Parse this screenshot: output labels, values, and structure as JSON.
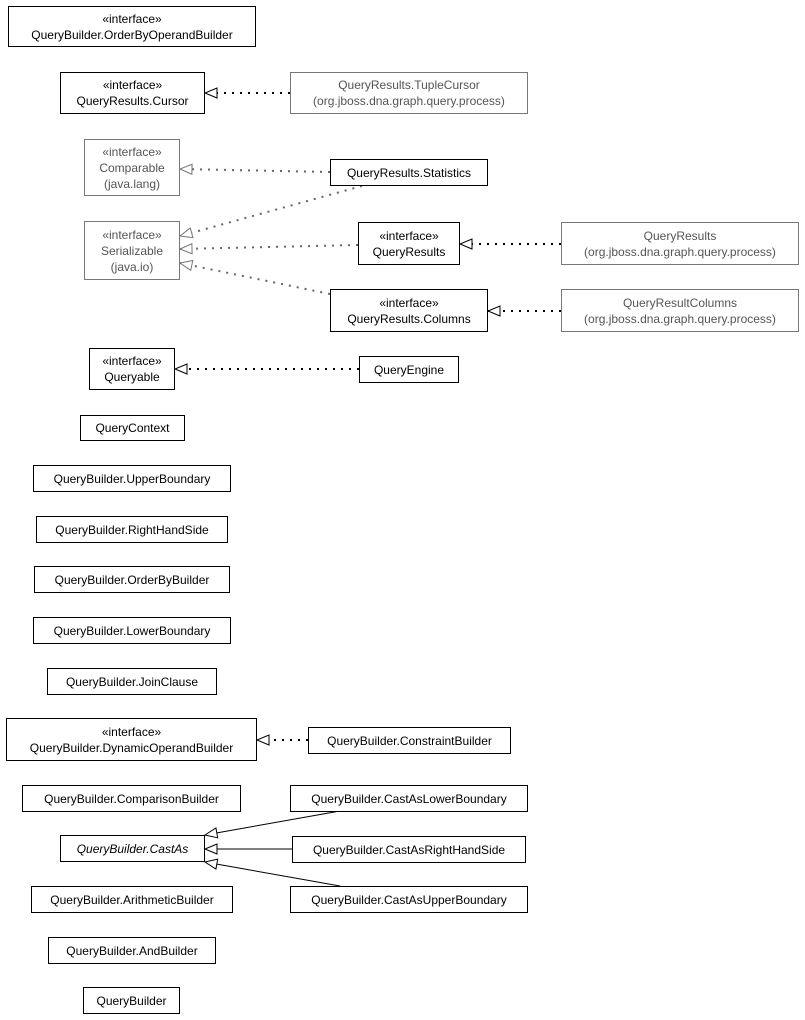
{
  "stereotype": "«interface»",
  "classes": {
    "orderByOperandBuilder": {
      "stereo": true,
      "name": "QueryBuilder.OrderByOperandBuilder"
    },
    "cursor": {
      "stereo": true,
      "name": "QueryResults.Cursor"
    },
    "tupleCursor": {
      "stereo": false,
      "name": "QueryResults.TupleCursor",
      "pkg": "(org.jboss.dna.graph.query.process)"
    },
    "comparable": {
      "stereo": true,
      "name": "Comparable",
      "pkg": "(java.lang)"
    },
    "statistics": {
      "stereo": false,
      "name": "QueryResults.Statistics"
    },
    "serializable": {
      "stereo": true,
      "name": "Serializable",
      "pkg": "(java.io)"
    },
    "queryResults": {
      "stereo": true,
      "name": "QueryResults"
    },
    "queryResultsImpl": {
      "stereo": false,
      "name": "QueryResults",
      "pkg": "(org.jboss.dna.graph.query.process)"
    },
    "columns": {
      "stereo": true,
      "name": "QueryResults.Columns"
    },
    "queryResultColumns": {
      "stereo": false,
      "name": "QueryResultColumns",
      "pkg": "(org.jboss.dna.graph.query.process)"
    },
    "queryable": {
      "stereo": true,
      "name": "Queryable"
    },
    "queryEngine": {
      "stereo": false,
      "name": "QueryEngine"
    },
    "queryContext": {
      "stereo": false,
      "name": "QueryContext"
    },
    "upperBoundary": {
      "stereo": false,
      "name": "QueryBuilder.UpperBoundary"
    },
    "rightHandSide": {
      "stereo": false,
      "name": "QueryBuilder.RightHandSide"
    },
    "orderByBuilder": {
      "stereo": false,
      "name": "QueryBuilder.OrderByBuilder"
    },
    "lowerBoundary": {
      "stereo": false,
      "name": "QueryBuilder.LowerBoundary"
    },
    "joinClause": {
      "stereo": false,
      "name": "QueryBuilder.JoinClause"
    },
    "dynamicOperandBuilder": {
      "stereo": true,
      "name": "QueryBuilder.DynamicOperandBuilder"
    },
    "constraintBuilder": {
      "stereo": false,
      "name": "QueryBuilder.ConstraintBuilder"
    },
    "comparisonBuilder": {
      "stereo": false,
      "name": "QueryBuilder.ComparisonBuilder"
    },
    "castAsLowerBoundary": {
      "stereo": false,
      "name": "QueryBuilder.CastAsLowerBoundary"
    },
    "castAs": {
      "stereo": false,
      "name": "QueryBuilder.CastAs"
    },
    "castAsRightHandSide": {
      "stereo": false,
      "name": "QueryBuilder.CastAsRightHandSide"
    },
    "arithmeticBuilder": {
      "stereo": false,
      "name": "QueryBuilder.ArithmeticBuilder"
    },
    "castAsUpperBoundary": {
      "stereo": false,
      "name": "QueryBuilder.CastAsUpperBoundary"
    },
    "andBuilder": {
      "stereo": false,
      "name": "QueryBuilder.AndBuilder"
    },
    "queryBuilder": {
      "stereo": false,
      "name": "QueryBuilder"
    }
  }
}
